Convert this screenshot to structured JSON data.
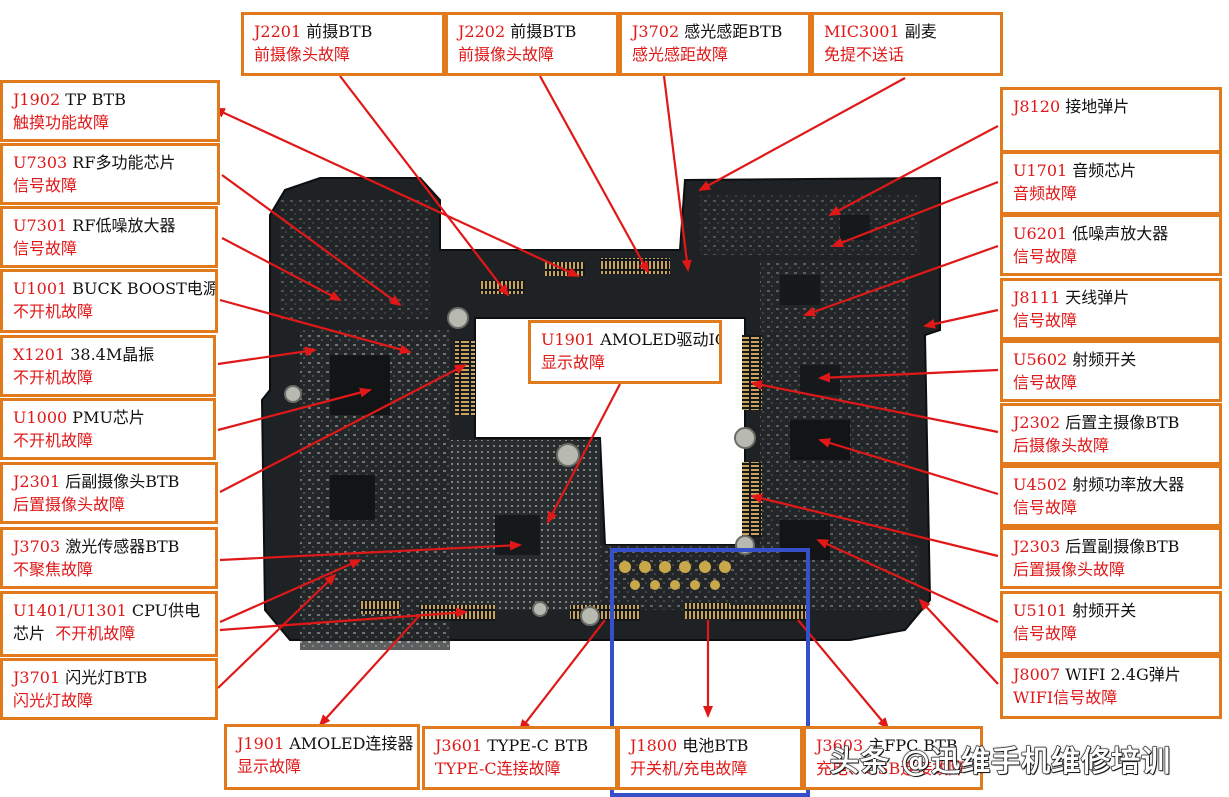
{
  "colors": {
    "box_border": "#e07a1c",
    "accent_red": "#e01818",
    "highlight_blue": "#3550c8",
    "board": "#1e2224"
  },
  "labels": [
    {
      "id": "J2201",
      "code": "J2201",
      "name": "前摄BTB",
      "fault": "前摄像头故障"
    },
    {
      "id": "J2202",
      "code": "J2202",
      "name": "前摄BTB",
      "fault": "前摄像头故障"
    },
    {
      "id": "J3702",
      "code": "J3702",
      "name": "感光感距BTB",
      "fault": "感光感距故障"
    },
    {
      "id": "MIC3001",
      "code": "MIC3001",
      "name": "副麦",
      "fault": "免提不送话"
    },
    {
      "id": "J1902",
      "code": "J1902",
      "name": "TP BTB",
      "fault": "触摸功能故障"
    },
    {
      "id": "U7303",
      "code": "U7303",
      "name": "RF多功能芯片",
      "fault": "信号故障"
    },
    {
      "id": "U7301",
      "code": "U7301",
      "name": "RF低噪放大器",
      "fault": "信号故障"
    },
    {
      "id": "U1001",
      "code": "U1001",
      "name": "BUCK BOOST电源",
      "fault": "不开机故障"
    },
    {
      "id": "X1201",
      "code": "X1201",
      "name": "38.4M晶振",
      "fault": "不开机故障"
    },
    {
      "id": "U1000",
      "code": "U1000",
      "name": "PMU芯片",
      "fault": "不开机故障"
    },
    {
      "id": "J2301",
      "code": "J2301",
      "name": "后副摄像头BTB",
      "fault": "后置摄像头故障"
    },
    {
      "id": "J3703",
      "code": "J3703",
      "name": "激光传感器BTB",
      "fault": "不聚焦故障"
    },
    {
      "id": "U1401",
      "code": "U1401/U1301",
      "name": "CPU供电",
      "line2_black": "芯片",
      "fault": "不开机故障"
    },
    {
      "id": "J3701",
      "code": "J3701",
      "name": "闪光灯BTB",
      "fault": "闪光灯故障"
    },
    {
      "id": "U1901",
      "code": "U1901",
      "name": "AMOLED驱动IC",
      "fault": "显示故障"
    },
    {
      "id": "J8120",
      "code": "J8120",
      "name": "接地弹片",
      "fault": ""
    },
    {
      "id": "U1701",
      "code": "U1701",
      "name": "音频芯片",
      "fault": "音频故障"
    },
    {
      "id": "U6201",
      "code": "U6201",
      "name": "低噪声放大器",
      "fault": "信号故障"
    },
    {
      "id": "J8111",
      "code": "J8111",
      "name": "天线弹片",
      "fault": "信号故障"
    },
    {
      "id": "U5602",
      "code": "U5602",
      "name": "射频开关",
      "fault": "信号故障"
    },
    {
      "id": "J2302",
      "code": "J2302",
      "name": "后置主摄像BTB",
      "fault": "后摄像头故障"
    },
    {
      "id": "U4502",
      "code": "U4502",
      "name": "射频功率放大器",
      "fault": "信号故障"
    },
    {
      "id": "J2303",
      "code": "J2303",
      "name": "后置副摄像BTB",
      "fault": "后置摄像头故障"
    },
    {
      "id": "U5101",
      "code": "U5101",
      "name": "射频开关",
      "fault": "信号故障"
    },
    {
      "id": "J8007",
      "code": "J8007",
      "name": "WIFI 2.4G弹片",
      "fault": "WIFI信号故障"
    },
    {
      "id": "J1901",
      "code": "J1901",
      "name": "AMOLED连接器",
      "fault": "显示故障"
    },
    {
      "id": "J3601",
      "code": "J3601",
      "name": "TYPE-C BTB",
      "fault": "TYPE-C连接故障"
    },
    {
      "id": "J1800",
      "code": "J1800",
      "name": "电池BTB",
      "fault": "开关机/充电故障"
    },
    {
      "id": "J3603",
      "code": "J3603",
      "name": "主FPC BTB",
      "fault": "充电、USB连接故障"
    }
  ],
  "watermark": "头条 @迅维手机维修培训"
}
